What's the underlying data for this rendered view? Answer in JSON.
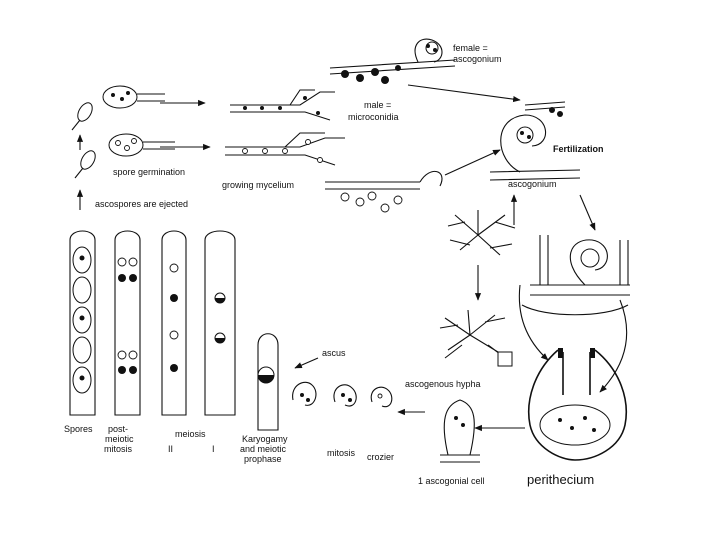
{
  "labels": {
    "female": "female =",
    "ascogonium_top": "ascogonium",
    "male": "male =",
    "microconidia": "microconidia",
    "fertilization": "Fertilization",
    "ascogonium_mid": "ascogonium",
    "spore_germination": "spore germination",
    "growing_mycelium": "growing mycelium",
    "ascospores_ejected": "ascospores are ejected",
    "spores": "Spores",
    "post": "post-",
    "meiotic": "meiotic",
    "mitosis_post": "mitosis",
    "meiosis": "meiosis",
    "meiosis_ii": "II",
    "meiosis_i": "I",
    "karyogamy": "Karyogamy",
    "and_meiotic": "and meiotic",
    "prophase": "prophase",
    "ascus": "ascus",
    "mitosis": "mitosis",
    "crozier": "crozier",
    "ascogenous_hypha": "ascogenous hypha",
    "ascogonial_cell": "1 ascogonial cell",
    "perithecium": "perithecium"
  }
}
